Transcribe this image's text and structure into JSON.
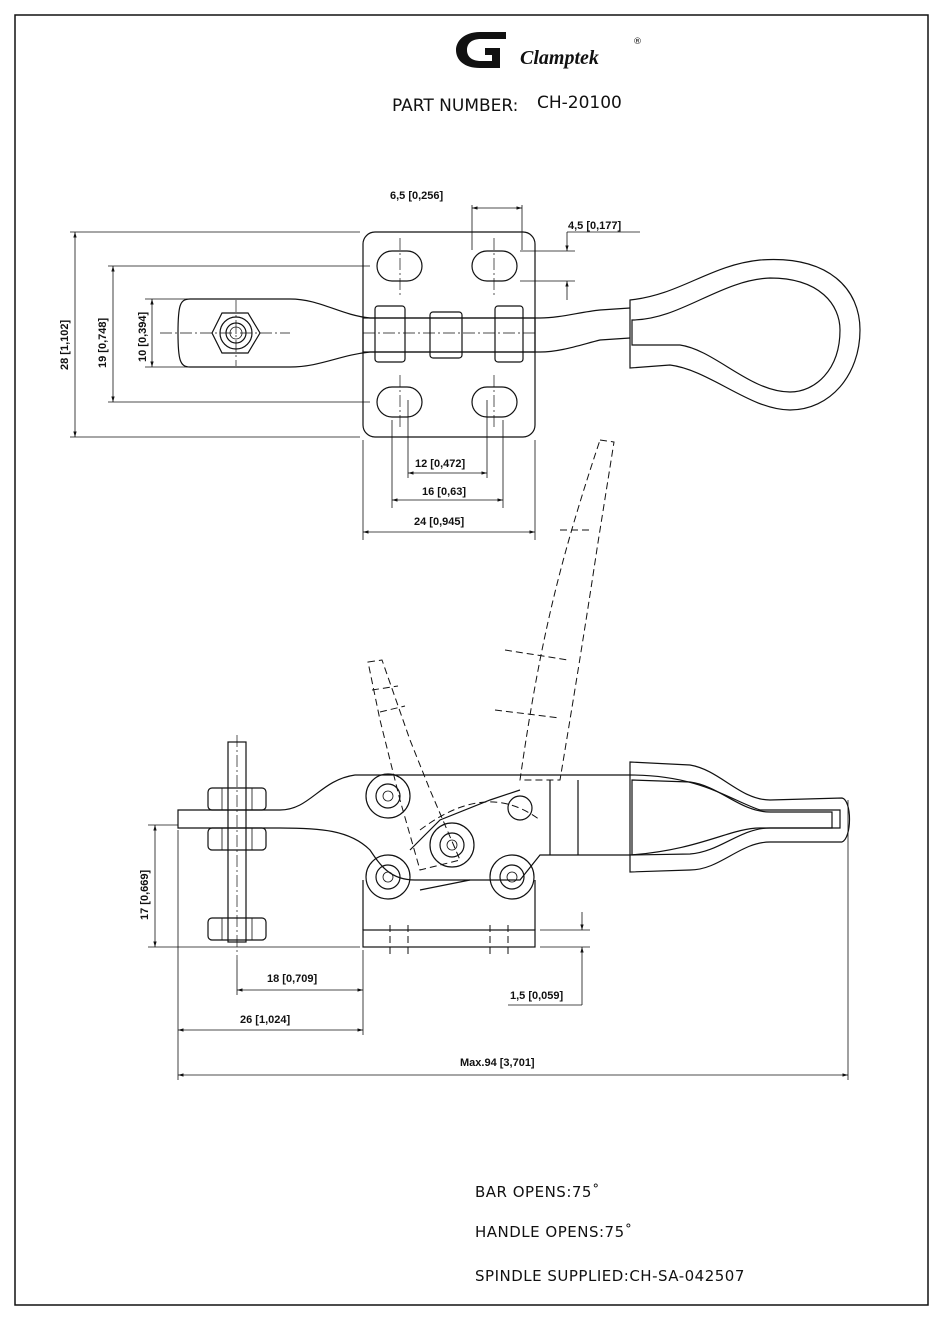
{
  "header": {
    "brand_name": "Clamptek",
    "registered_mark": "®",
    "part_number_label": "PART NUMBER:",
    "part_number_value": "CH-20100"
  },
  "top_view": {
    "dims": {
      "slot_spacing_x": "6,5 [0,256]",
      "slot_width": "4,5 [0,177]",
      "height_overall": "28 [1,102]",
      "height_slots": "19 [0,748]",
      "height_arm": "10 [0,394]",
      "hole_12": "12 [0,472]",
      "hole_16": "16 [0,63]",
      "base_24": "24 [0,945]"
    }
  },
  "side_view": {
    "dims": {
      "height_17": "17 [0,669]",
      "len_18": "18 [0,709]",
      "len_26": "26 [1,024]",
      "thick_15": "1,5 [0,059]",
      "max_len": "Max.94 [3,701]"
    }
  },
  "notes": {
    "bar_opens": "BAR OPENS:75˚",
    "handle_opens": "HANDLE OPENS:75˚",
    "spindle": "SPINDLE SUPPLIED:CH-SA-042507"
  }
}
